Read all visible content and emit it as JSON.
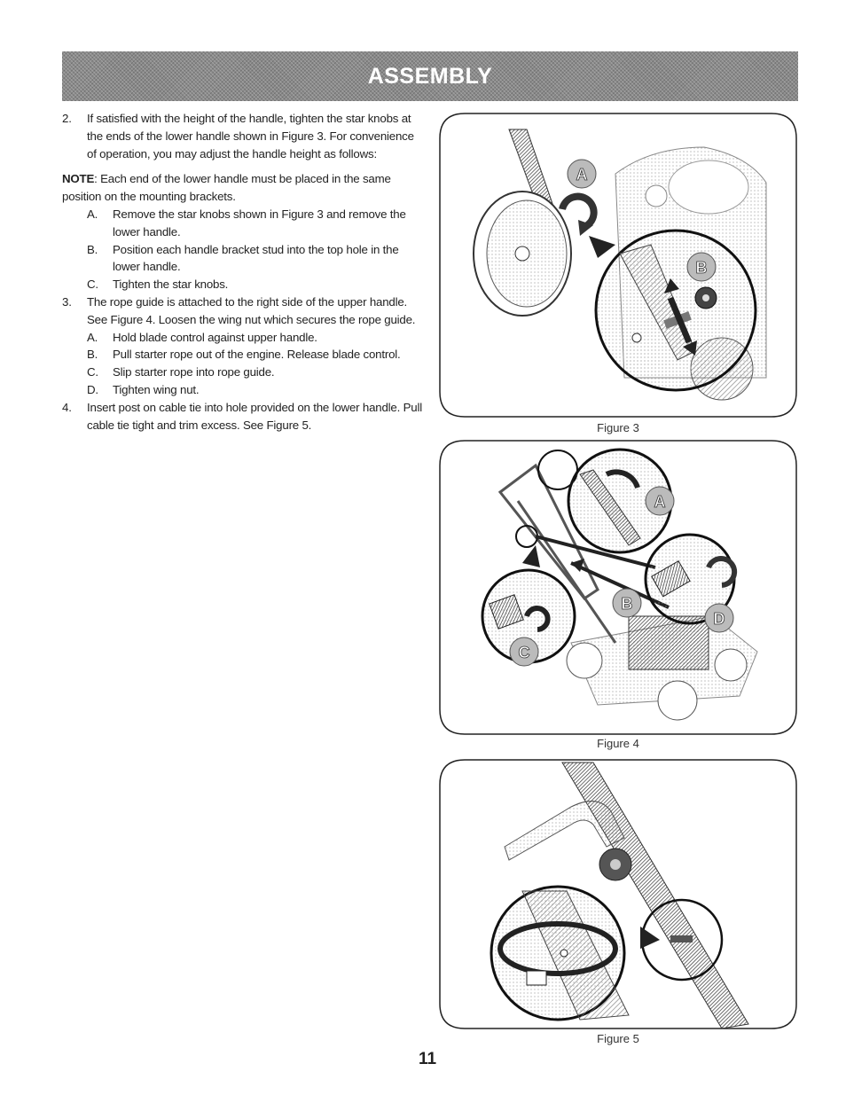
{
  "header": {
    "title": "ASSEMBLY"
  },
  "steps": {
    "s2": {
      "num": "2.",
      "text": "If satisfied with the height of the handle, tighten the star knobs at the ends of the lower handle shown in Figure 3. For convenience of operation, you may adjust the handle height as follows:"
    },
    "note": {
      "label": "NOTE",
      "text": ": Each end of the lower handle must be placed in the same position on the mounting brackets."
    },
    "s2a": {
      "letter": "A.",
      "text": "Remove the star knobs shown in Figure 3 and remove the lower handle."
    },
    "s2b": {
      "letter": "B.",
      "text": "Position each handle bracket stud into the top hole in the lower handle."
    },
    "s2c": {
      "letter": "C.",
      "text": "Tighten the star knobs."
    },
    "s3": {
      "num": "3.",
      "text": "The rope guide is attached to the right side of the upper handle. See Figure 4. Loosen the wing nut which secures the rope guide."
    },
    "s3a": {
      "letter": "A.",
      "text": "Hold blade control against upper handle."
    },
    "s3b": {
      "letter": "B.",
      "text": "Pull starter rope out of the engine. Release blade control."
    },
    "s3c": {
      "letter": "C.",
      "text": "Slip starter rope into rope guide."
    },
    "s3d": {
      "letter": "D.",
      "text": "Tighten wing nut."
    },
    "s4": {
      "num": "4.",
      "text": "Insert post on cable tie into hole provided on the lower handle. Pull cable tie tight and trim excess. See Figure 5."
    }
  },
  "figures": {
    "fig3": {
      "caption": "Figure 3",
      "callouts": [
        "A",
        "B"
      ]
    },
    "fig4": {
      "caption": "Figure 4",
      "callouts": [
        "A",
        "B",
        "C",
        "D"
      ]
    },
    "fig5": {
      "caption": "Figure 5"
    }
  },
  "footer": {
    "page_number": "11"
  }
}
